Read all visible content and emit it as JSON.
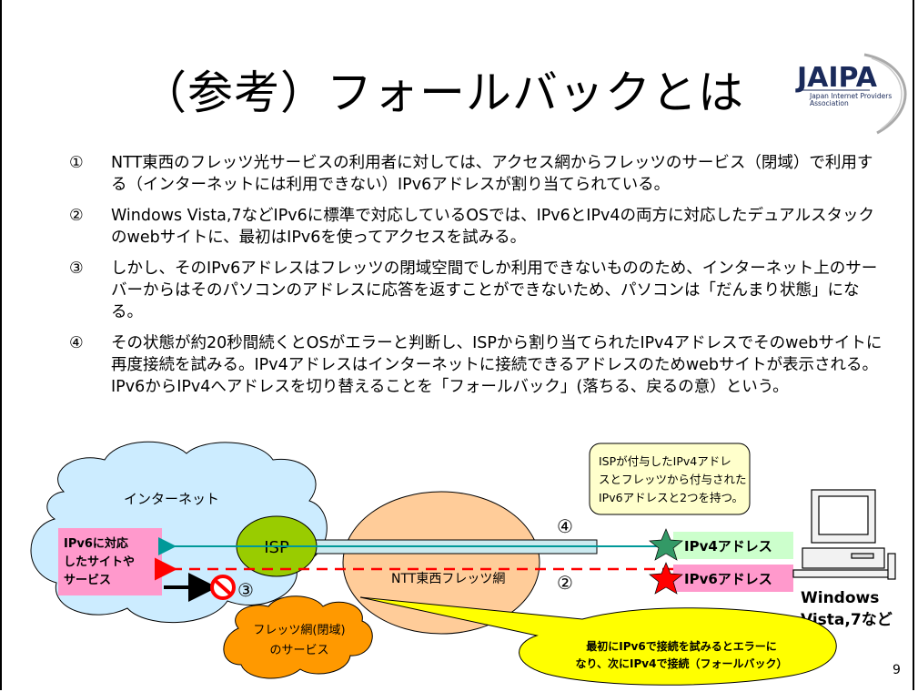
{
  "title": "（参考）フォールバックとは",
  "logo": {
    "name": "JAIPA",
    "subtitle1": "Japan Internet Providers",
    "subtitle2": "Association"
  },
  "items": [
    {
      "num": "①",
      "text": "NTT東西のフレッツ光サービスの利用者に対しては、アクセス網からフレッツのサービス（閉域）で利用する（インターネットには利用できない）IPv6アドレスが割り当てられている。"
    },
    {
      "num": "②",
      "text": "Windows Vista,7などIPv6に標準で対応しているOSでは、IPv6とIPv4の両方に対応したデュアルスタックのwebサイトに、最初はIPv6を使ってアクセスを試みる。"
    },
    {
      "num": "③",
      "text": "しかし、そのIPv6アドレスはフレッツの閉域空間でしか利用できないもののため、インターネット上のサーバーからはそのパソコンのアドレスに応答を返すことができないため、パソコンは「だんまり状態」になる。"
    },
    {
      "num": "④",
      "text": "その状態が約20秒間続くとOSがエラーと判断し、ISPから割り当てられたIPv4アドレスでそのwebサイトに再度接続を試みる。IPv4アドレスはインターネットに接続できるアドレスのためwebサイトが表示される。IPv6からIPv4へアドレスを切り替えることを「フォールバック」(落ちる、戻るの意）という。"
    }
  ],
  "diagram": {
    "internet_label": "インターネット",
    "service_lines": [
      "IPv6に対応",
      "したサイトや",
      "サービス"
    ],
    "isp_label": "ISP",
    "ntt_label": "NTT東西フレッツ網",
    "num4": "④",
    "num2": "②",
    "num3": "③",
    "ipv4_label": "IPv4アドレス",
    "ipv6_label": "IPv6アドレス",
    "note_lines": [
      "ISPが付与したIPv4アドレ",
      "スとフレッツから付与された",
      "IPv6アドレスと2つを持つ。"
    ],
    "pc_lines": [
      "Windows",
      "Vista,7など"
    ],
    "flets_lines": [
      "フレッツ網(閉域)",
      "のサービス"
    ],
    "callout_lines": [
      "最初にIPv6で接続を試みるとエラーに",
      "なり、次にIPv4で接続（フォールバック）"
    ]
  },
  "page_number": "9",
  "colors": {
    "cloud_fill": "#ccecff",
    "service_fill": "#ff99cc",
    "isp_fill": "#99cc00",
    "ntt_fill": "#ffcc99",
    "note_fill": "#ffffcc",
    "ipv4_fill": "#ccffcc",
    "ipv6_fill": "#ff99cc",
    "arrow_green": "#009999",
    "arrow_red": "#ff0000",
    "star_green": "#339966",
    "star_red": "#ff0000",
    "flets_fill": "#ff9900",
    "callout_fill": "#ffff00"
  }
}
